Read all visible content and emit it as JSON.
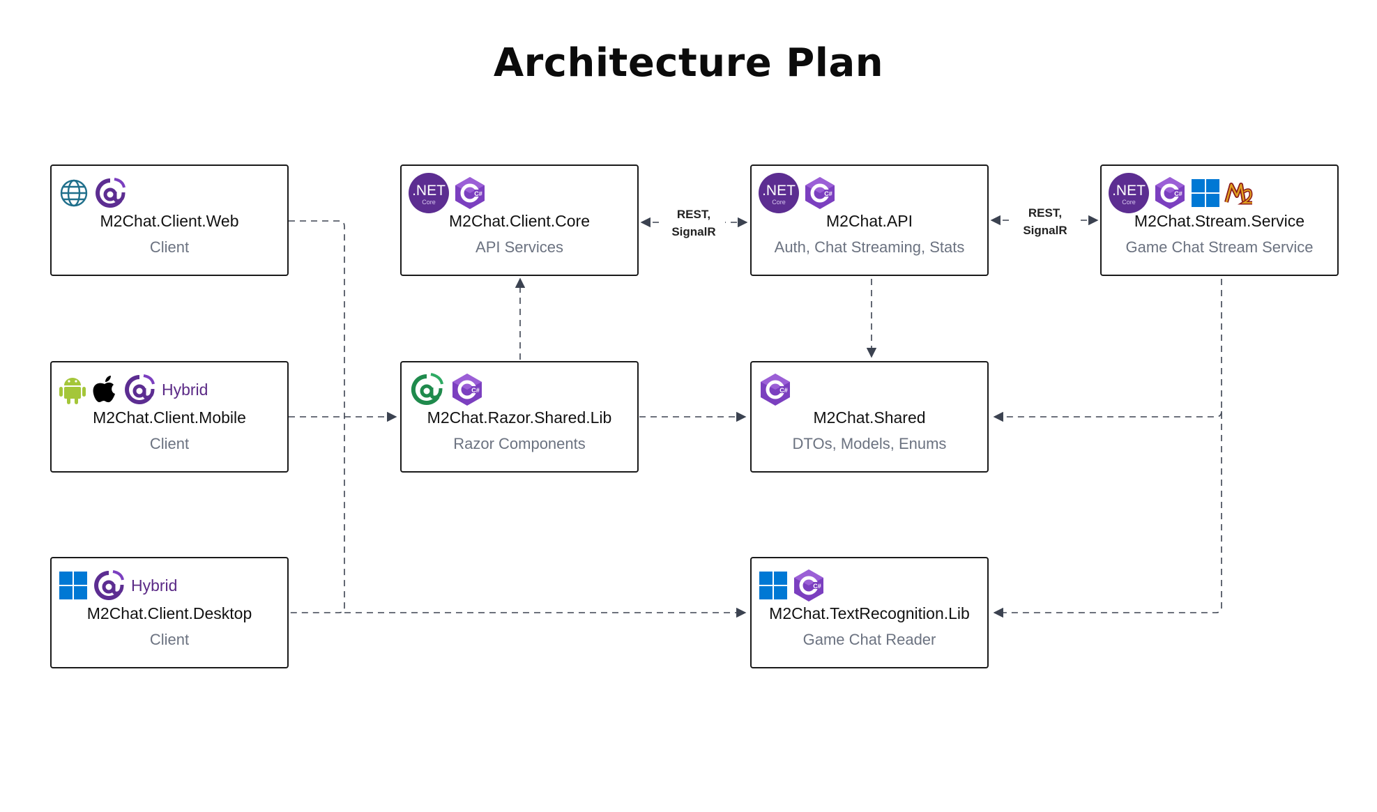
{
  "title": "Architecture Plan",
  "nodes": {
    "web": {
      "name": "M2Chat.Client.Web",
      "sub": "Client",
      "icons": [
        "globe-icon",
        "blazor-icon"
      ]
    },
    "core": {
      "name": "M2Chat.Client.Core",
      "sub": "API Services",
      "icons": [
        "dotnet-core-icon",
        "csharp-icon"
      ]
    },
    "api": {
      "name": "M2Chat.API",
      "sub": "Auth, Chat Streaming, Stats",
      "icons": [
        "dotnet-core-icon",
        "csharp-icon"
      ]
    },
    "stream": {
      "name": "M2Chat.Stream.Service",
      "sub": "Game Chat Stream Service",
      "icons": [
        "dotnet-core-icon",
        "csharp-icon",
        "windows-icon",
        "m2-game-icon"
      ]
    },
    "mobile": {
      "name": "M2Chat.Client.Mobile",
      "sub": "Client",
      "badge": "Hybrid",
      "icons": [
        "android-icon",
        "apple-icon",
        "blazor-icon"
      ]
    },
    "razor": {
      "name": "M2Chat.Razor.Shared.Lib",
      "sub": "Razor Components",
      "icons": [
        "blazor-icon",
        "csharp-icon"
      ]
    },
    "shared": {
      "name": "M2Chat.Shared",
      "sub": "DTOs, Models, Enums",
      "icons": [
        "csharp-icon"
      ]
    },
    "desktop": {
      "name": "M2Chat.Client.Desktop",
      "sub": "Client",
      "badge": "Hybrid",
      "icons": [
        "windows-icon",
        "blazor-icon"
      ]
    },
    "textrec": {
      "name": "M2Chat.TextRecognition.Lib",
      "sub": "Game Chat Reader",
      "icons": [
        "windows-icon",
        "csharp-icon"
      ]
    }
  },
  "icon_text": {
    "dotnet": ".NET",
    "dotnet_sub": "Core",
    "csharp": "C#"
  },
  "edge_labels": {
    "core_api": [
      "REST,",
      "SignalR"
    ],
    "api_stream": [
      "REST,",
      "SignalR"
    ]
  },
  "colors": {
    "dotnet": "#5c2d91",
    "csharp": "#7b3fbf",
    "blazor": "#5c2d91",
    "windows": "#0078d4",
    "android": "#a4c639",
    "edge": "#3b4250",
    "subtitle": "#6b7280"
  }
}
